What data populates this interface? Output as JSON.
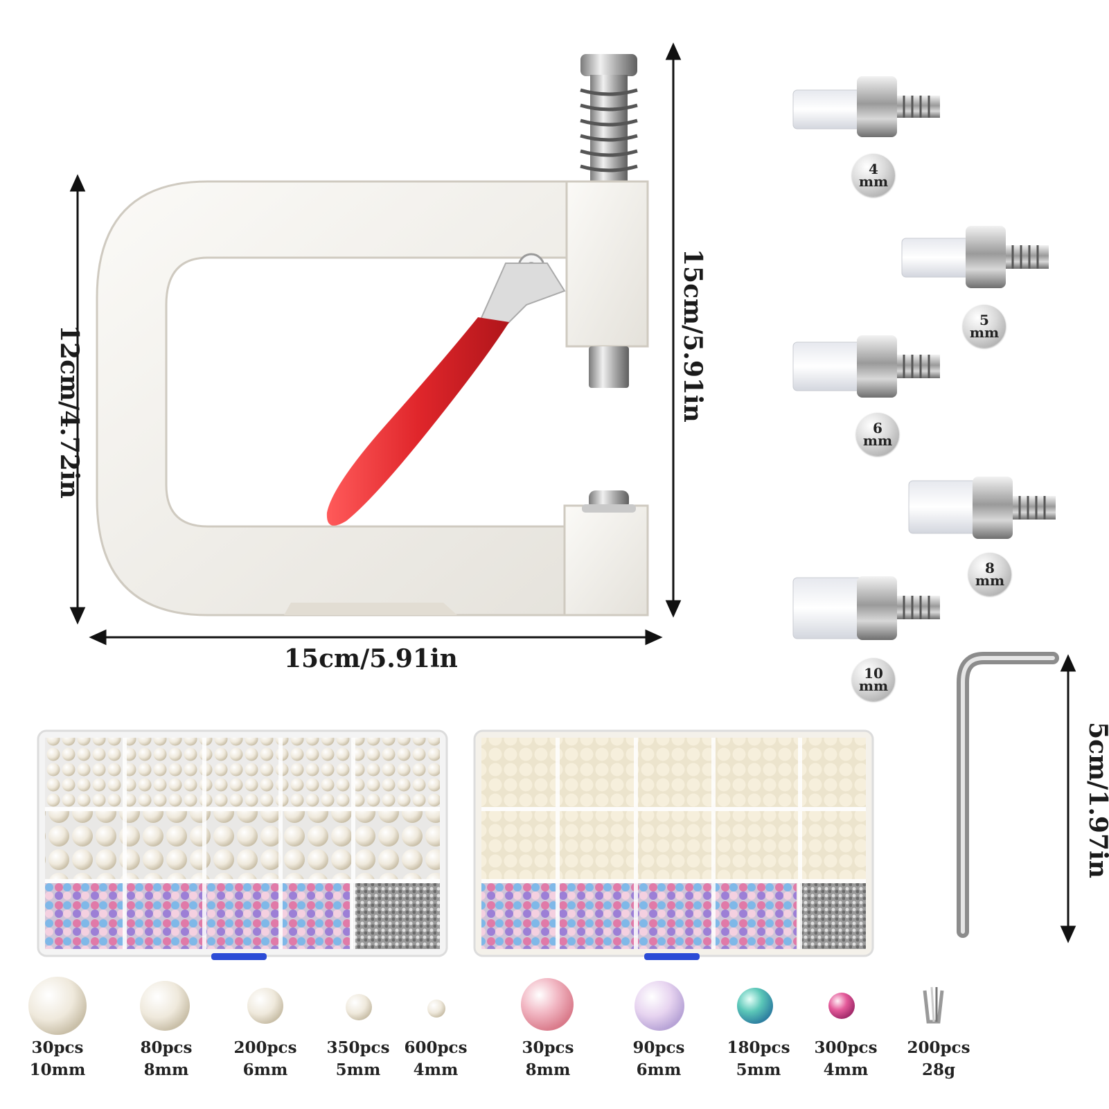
{
  "dimensions": {
    "tool_width": "15cm/5.91in",
    "tool_height_inner": "12cm/4.72in",
    "tool_height_outer": "15cm/5.91in",
    "wrench_length": "5cm/1.97in"
  },
  "heads": [
    {
      "size": "4",
      "unit": "mm"
    },
    {
      "size": "5",
      "unit": "mm"
    },
    {
      "size": "6",
      "unit": "mm"
    },
    {
      "size": "8",
      "unit": "mm"
    },
    {
      "size": "10",
      "unit": "mm"
    }
  ],
  "items": [
    {
      "count": "30pcs",
      "size": "10mm"
    },
    {
      "count": "80pcs",
      "size": "8mm"
    },
    {
      "count": "200pcs",
      "size": "6mm"
    },
    {
      "count": "350pcs",
      "size": "5mm"
    },
    {
      "count": "600pcs",
      "size": "4mm"
    },
    {
      "count": "30pcs",
      "size": "8mm"
    },
    {
      "count": "90pcs",
      "size": "6mm"
    },
    {
      "count": "180pcs",
      "size": "5mm"
    },
    {
      "count": "300pcs",
      "size": "4mm"
    },
    {
      "count": "200pcs",
      "size": "28g"
    }
  ],
  "colors": {
    "handle": "#e0262b",
    "frame": "#f3f1ec",
    "metal": "#b8b8b8",
    "pearl_white": "#f4efe4",
    "pearl_cream": "#efe6cf"
  }
}
